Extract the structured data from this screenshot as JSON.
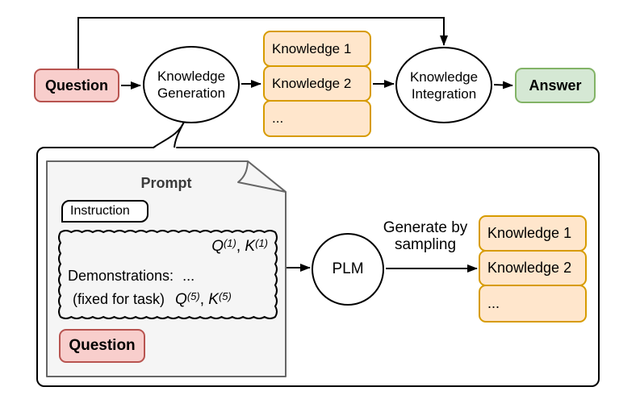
{
  "palette": {
    "pink_fill": "#f8cecc",
    "pink_stroke": "#b85450",
    "orange_fill": "#ffe6cc",
    "orange_stroke": "#d79b00",
    "green_fill": "#d5e8d4",
    "green_stroke": "#82b366",
    "gray_fill": "#f5f5f5",
    "gray_stroke": "#666666",
    "line": "#000000"
  },
  "pipeline": {
    "question_label": "Question",
    "generation_line1": "Knowledge",
    "generation_line2": "Generation",
    "knowledge_items": [
      "Knowledge 1",
      "Knowledge 2",
      "..."
    ],
    "integration_line1": "Knowledge",
    "integration_line2": "Integration",
    "answer_label": "Answer"
  },
  "callout": {
    "prompt_title": "Prompt",
    "instruction_label": "Instruction",
    "demos": {
      "label": "Demonstrations:",
      "note": "(fixed for task)",
      "dots": "...",
      "pair1": {
        "q": "Q",
        "qsup": "(1)",
        "sep": ", ",
        "k": "K",
        "ksup": "(1)"
      },
      "pair5": {
        "q": "Q",
        "qsup": "(5)",
        "sep": ", ",
        "k": "K",
        "ksup": "(5)"
      }
    },
    "question_label": "Question",
    "plm_label": "PLM",
    "arrow_label_line1": "Generate by",
    "arrow_label_line2": "sampling",
    "knowledge_items": [
      "Knowledge 1",
      "Knowledge 2",
      "..."
    ]
  }
}
